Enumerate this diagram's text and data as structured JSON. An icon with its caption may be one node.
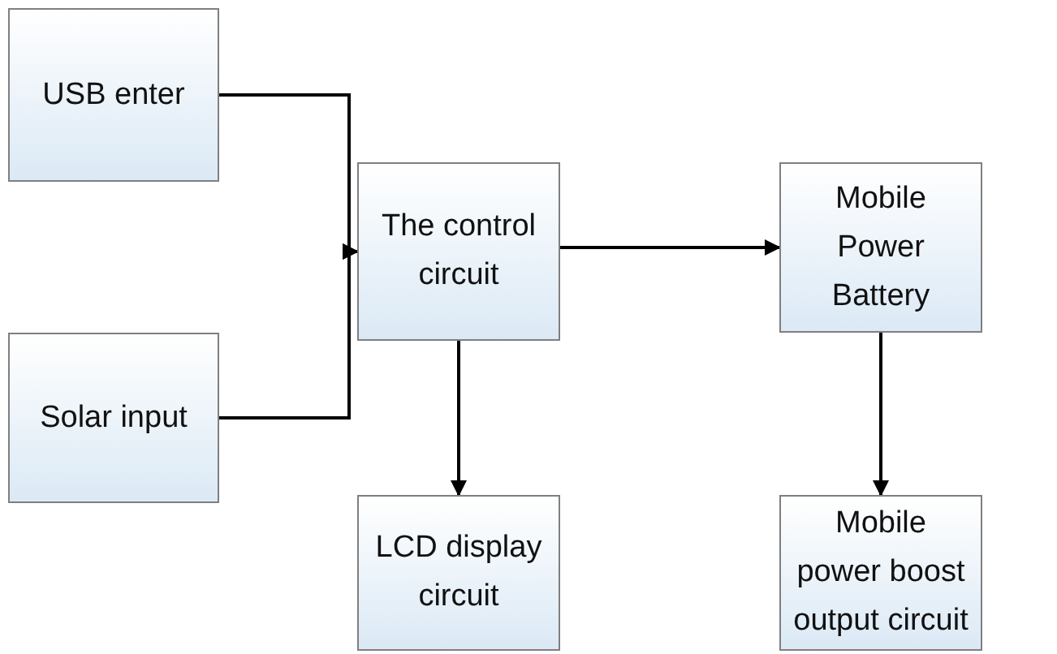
{
  "diagram": {
    "nodes": [
      {
        "text": [
          "USB enter"
        ]
      },
      {
        "text": [
          "Solar input"
        ]
      },
      {
        "text": [
          "The control circuit"
        ]
      },
      {
        "text": [
          "Mobile Power Battery"
        ]
      },
      {
        "text": [
          "LCD display circuit"
        ]
      },
      {
        "text": [
          "Mobile power boost output circuit"
        ]
      }
    ],
    "edges": [
      {
        "from": 0,
        "to": 2,
        "arrow": "to"
      },
      {
        "from": 1,
        "to": 2,
        "arrow": "to"
      },
      {
        "from": 2,
        "to": 3,
        "arrow": "to"
      },
      {
        "from": 2,
        "to": 4,
        "arrow": "to"
      },
      {
        "from": 3,
        "to": 5,
        "arrow": "to"
      }
    ]
  }
}
